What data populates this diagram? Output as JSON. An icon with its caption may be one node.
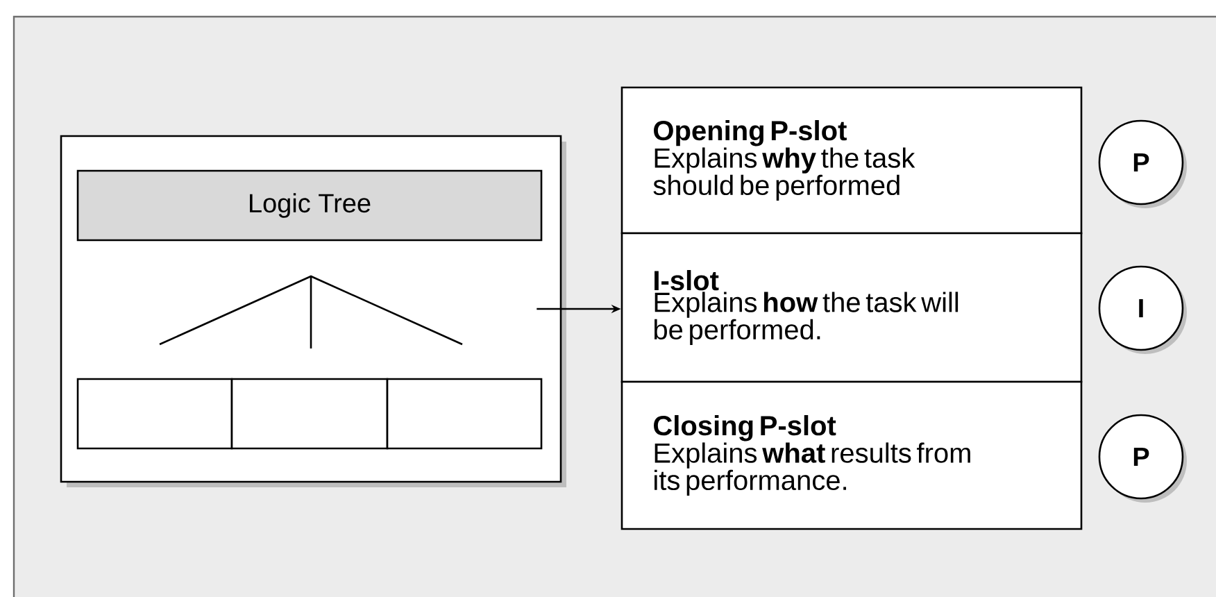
{
  "diagram": {
    "nodes": [
      {
        "text": [],
        "shape": "box"
      },
      {
        "text": [
          "Logic Tree"
        ],
        "in": 0
      },
      {
        "text": [],
        "shape": "box",
        "in": 0
      },
      {
        "text": [],
        "shape": "box",
        "in": 0
      },
      {
        "text": [],
        "shape": "box",
        "in": 0
      },
      {
        "text": [
          "Opening P-slot",
          "Explains **why** the task should be performed"
        ]
      },
      {
        "text": [
          "I-slot",
          "Explains **how** the task will be performed."
        ]
      },
      {
        "text": [
          "Closing P-slot",
          "Explains **what** results from its performance."
        ]
      },
      {
        "text": [
          "P"
        ]
      },
      {
        "text": [
          "I"
        ]
      },
      {
        "text": [
          "P"
        ]
      }
    ],
    "edges": [
      {
        "from": 0,
        "to": 6,
        "arrow": "to"
      }
    ]
  }
}
